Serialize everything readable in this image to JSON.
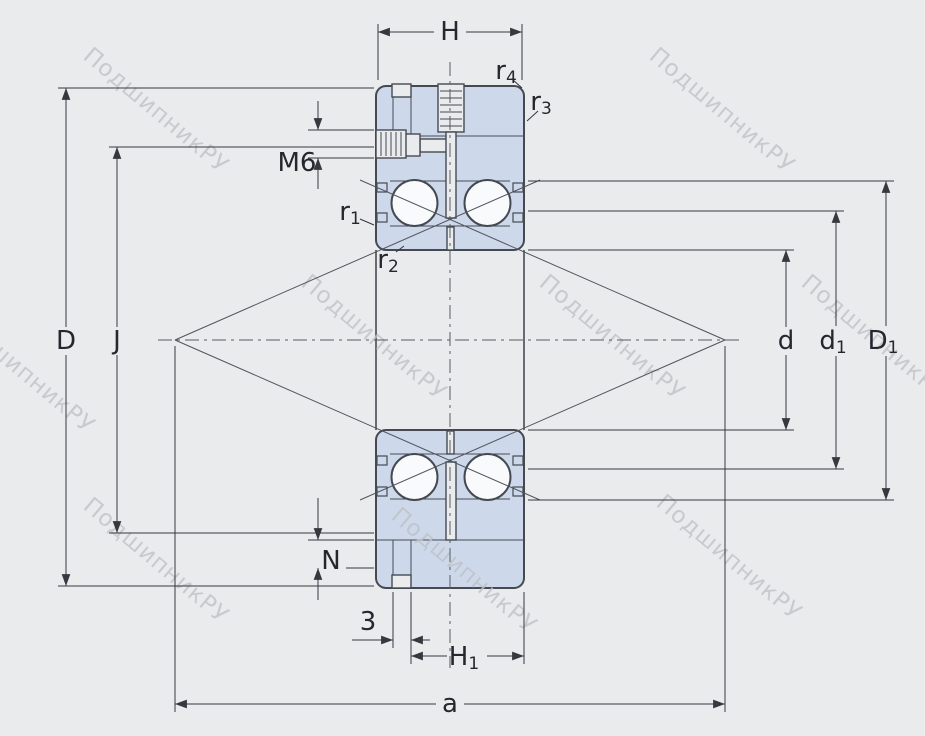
{
  "watermark": {
    "text": "ПодшипникРУ"
  },
  "colors": {
    "background": "#e9ebed",
    "bearing_fill": "#cdd9eb",
    "ball_fill": "#f8fafc",
    "outline": "#454a52",
    "dimension": "#35393f",
    "centerline": "#565b62",
    "contact_line": "#50555c",
    "label": "#24282e",
    "watermark": "#bfc2c7"
  },
  "labels": {
    "H": "H",
    "a": "a",
    "D": "D",
    "J": "J",
    "d": "d",
    "N": "N",
    "M6": "M6",
    "slot_width": "3",
    "r": "r",
    "sub1": "1",
    "sub2": "2",
    "sub3": "3",
    "sub4": "4",
    "d1": {
      "base": "d",
      "sub": "1"
    },
    "D1": {
      "base": "D",
      "sub": "1"
    },
    "H1": {
      "base": "H",
      "sub": "1"
    }
  }
}
